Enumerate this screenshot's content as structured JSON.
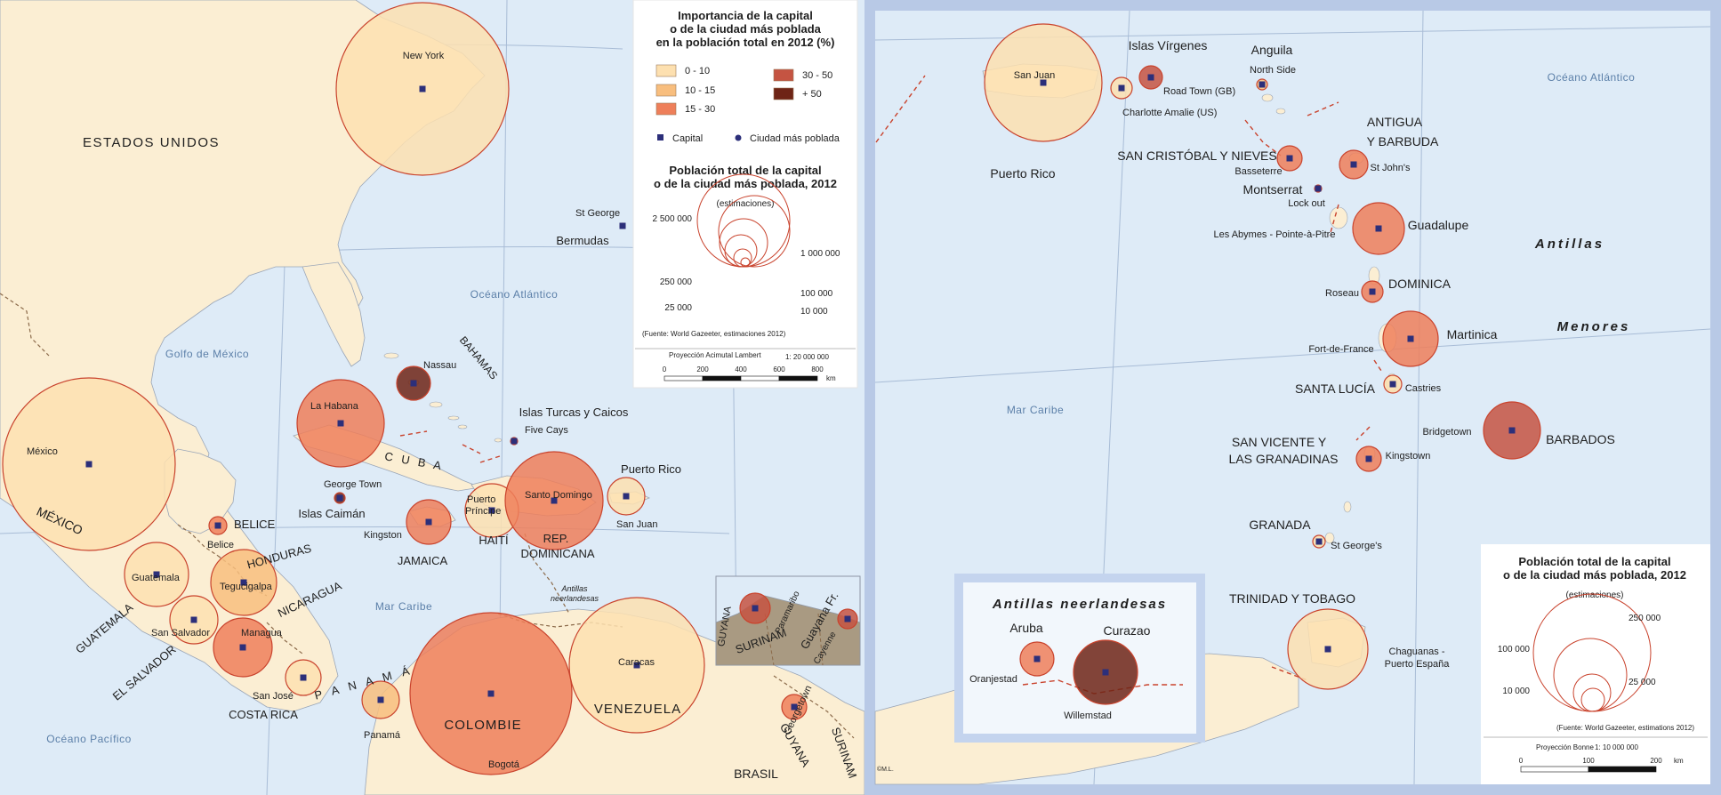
{
  "colors": {
    "sea": "#deebf7",
    "land": "#fbeed3",
    "land_dark": "#e0d2b6",
    "frame": "#b8c9e6",
    "class_0_10": "#fde0b0",
    "class_10_15": "#f8be7e",
    "class_15_30": "#ee7f5a",
    "class_30_50": "#c55442",
    "class_50_plus": "#6e2416",
    "bubble_stroke": "#c9432d",
    "capital_marker": "#2c2f7a",
    "graticule": "#a8bcd6",
    "border": "#8b6a4a"
  },
  "left_map": {
    "countries": [
      {
        "id": "usa",
        "text": "ESTADOS UNIDOS"
      },
      {
        "id": "mexico",
        "text": "MÉXICO"
      },
      {
        "id": "cuba",
        "text": "C U B A"
      },
      {
        "id": "bahamas",
        "text": "BAHAMAS"
      },
      {
        "id": "belice",
        "text": "BELICE"
      },
      {
        "id": "honduras",
        "text": "HONDURAS"
      },
      {
        "id": "guatemala",
        "text": "GUATEMALA"
      },
      {
        "id": "nicaragua",
        "text": "NICARAGUA"
      },
      {
        "id": "elsalvador",
        "text": "EL SALVADOR"
      },
      {
        "id": "costarica",
        "text": "COSTA RICA"
      },
      {
        "id": "panama",
        "text": "P A N A M Á"
      },
      {
        "id": "jamaica",
        "text": "JAMAICA"
      },
      {
        "id": "haiti",
        "text": "HAITÍ"
      },
      {
        "id": "rep",
        "text": "REP."
      },
      {
        "id": "dominicana",
        "text": "DOMINICANA"
      },
      {
        "id": "colombie",
        "text": "COLOMBIE"
      },
      {
        "id": "venezuela",
        "text": "VENEZUELA"
      },
      {
        "id": "guyana",
        "text": "GUYANA"
      },
      {
        "id": "surinam",
        "text": "SURINAM"
      },
      {
        "id": "brasil",
        "text": "BRASIL"
      },
      {
        "id": "islascaiman",
        "text": "Islas Caimán"
      },
      {
        "id": "bermudas",
        "text": "Bermudas"
      },
      {
        "id": "turcos",
        "text": "Islas Turcas y Caicos"
      },
      {
        "id": "puertorico",
        "text": "Puerto Rico"
      },
      {
        "id": "antillasneer1",
        "text": "Antillas"
      },
      {
        "id": "antillasneer2",
        "text": "neerlandesas"
      }
    ],
    "seas": [
      {
        "id": "golfo",
        "text": "Golfo de México"
      },
      {
        "id": "atlantico",
        "text": "Océano Atlántico"
      },
      {
        "id": "caribe",
        "text": "Mar Caribe"
      },
      {
        "id": "pacifico",
        "text": "Océano Pacífico"
      }
    ],
    "cities": [
      {
        "id": "newyork",
        "text": "New York"
      },
      {
        "id": "mexico",
        "text": "México"
      },
      {
        "id": "lahabana",
        "text": "La Habana"
      },
      {
        "id": "nassau",
        "text": "Nassau"
      },
      {
        "id": "georgetown_ky",
        "text": "George Town"
      },
      {
        "id": "kingston",
        "text": "Kingston"
      },
      {
        "id": "belice",
        "text": "Belice"
      },
      {
        "id": "guatemala",
        "text": "Guatemala"
      },
      {
        "id": "tegucigalpa",
        "text": "Tegucigalpa"
      },
      {
        "id": "sansalvador",
        "text": "San Salvador"
      },
      {
        "id": "managua",
        "text": "Managua"
      },
      {
        "id": "sanjose",
        "text": "San José"
      },
      {
        "id": "panama",
        "text": "Panamá"
      },
      {
        "id": "bogota",
        "text": "Bogotá"
      },
      {
        "id": "caracas",
        "text": "Caracas"
      },
      {
        "id": "puertoprincipe1",
        "text": "Puerto"
      },
      {
        "id": "puertoprincipe2",
        "text": "Príncipe"
      },
      {
        "id": "santodomingo",
        "text": "Santo Domingo"
      },
      {
        "id": "sanjuan",
        "text": "San Juan"
      },
      {
        "id": "fivecays",
        "text": "Five Cays"
      },
      {
        "id": "stgeorge",
        "text": "St George"
      },
      {
        "id": "georgetown_gy",
        "text": "Georgetown"
      }
    ],
    "inset_labels": [
      {
        "id": "guyana_i",
        "text": "GUYANA"
      },
      {
        "id": "surinam_i",
        "text": "SURINAM"
      },
      {
        "id": "guayana_i",
        "text": "Guayana Fr."
      },
      {
        "id": "paramaribo",
        "text": "Paramaribo"
      },
      {
        "id": "cayenne",
        "text": "Cayenne"
      }
    ]
  },
  "legend_main": {
    "title": [
      "Importancia de la capital",
      "o de la ciudad más poblada",
      "en la población total en 2012 (%)"
    ],
    "classes": [
      {
        "label": "0 - 10",
        "key": "class_0_10"
      },
      {
        "label": "10 - 15",
        "key": "class_10_15"
      },
      {
        "label": "15 - 30",
        "key": "class_15_30"
      },
      {
        "label": "30 - 50",
        "key": "class_30_50"
      },
      {
        "label": "+ 50",
        "key": "class_50_plus"
      }
    ],
    "capital": "Capital",
    "most_populated": "Ciudad más poblada",
    "size_title": [
      "Población total de la capital",
      "o de la ciudad más poblada, 2012"
    ],
    "size_sub": "(estimaciones)",
    "size_values": [
      "2 500 000",
      "1 000 000",
      "250 000",
      "100 000",
      "25 000",
      "10 000"
    ],
    "source": "(Fuente: World Gazeeter, estimaciones 2012)",
    "projection": "Proyección Acimutal Lambert",
    "scale": "1: 20 000 000",
    "scale_ticks": [
      "0",
      "200",
      "400",
      "600",
      "800"
    ],
    "scale_unit": "km"
  },
  "right_map": {
    "labels": [
      {
        "id": "islasvirgenes",
        "text": "Islas Vírgenes"
      },
      {
        "id": "anguila",
        "text": "Anguila"
      },
      {
        "id": "northside",
        "text": "North Side"
      },
      {
        "id": "sanjuan",
        "text": "San Juan"
      },
      {
        "id": "roadtown",
        "text": "Road Town (GB)"
      },
      {
        "id": "charlotte",
        "text": "Charlotte Amalie (US)"
      },
      {
        "id": "puertorico",
        "text": "Puerto Rico"
      },
      {
        "id": "antigua1",
        "text": "ANTIGUA"
      },
      {
        "id": "antigua2",
        "text": "Y BARBUDA"
      },
      {
        "id": "sancristobal",
        "text": "SAN CRISTÓBAL Y NIEVES"
      },
      {
        "id": "basseterre",
        "text": "Basseterre"
      },
      {
        "id": "stjohns",
        "text": "St John's"
      },
      {
        "id": "montserrat",
        "text": "Montserrat"
      },
      {
        "id": "lockout",
        "text": "Lock out"
      },
      {
        "id": "guadalupe",
        "text": "Guadalupe"
      },
      {
        "id": "abymes",
        "text": "Les Abymes - Pointe-à-Pitre"
      },
      {
        "id": "dominica",
        "text": "DOMINICA"
      },
      {
        "id": "roseau",
        "text": "Roseau"
      },
      {
        "id": "martinica",
        "text": "Martinica"
      },
      {
        "id": "fortdefrance",
        "text": "Fort-de-France"
      },
      {
        "id": "santalucia",
        "text": "SANTA LUCÍA"
      },
      {
        "id": "castries",
        "text": "Castries"
      },
      {
        "id": "bridgetown",
        "text": "Bridgetown"
      },
      {
        "id": "barbados",
        "text": "BARBADOS"
      },
      {
        "id": "sanvicente1",
        "text": "SAN VICENTE Y"
      },
      {
        "id": "sanvicente2",
        "text": "LAS GRANADINAS"
      },
      {
        "id": "kingstown",
        "text": "Kingstown"
      },
      {
        "id": "granada",
        "text": "GRANADA"
      },
      {
        "id": "stgeorges",
        "text": "St George's"
      },
      {
        "id": "trinidad",
        "text": "TRINIDAD Y TOBAGO"
      },
      {
        "id": "chaguanas1",
        "text": "Chaguanas -"
      },
      {
        "id": "chaguanas2",
        "text": "Puerto España"
      }
    ],
    "seas": [
      {
        "id": "atlantico",
        "text": "Océano Atlántico"
      },
      {
        "id": "caribe",
        "text": "Mar Caribe"
      },
      {
        "id": "antillas",
        "text": "Antillas"
      },
      {
        "id": "menores",
        "text": "Menores"
      }
    ],
    "inset": {
      "title": "Antillas neerlandesas",
      "aruba": "Aruba",
      "curazao": "Curazao",
      "oranjestad": "Oranjestad",
      "willemstad": "Willemstad"
    },
    "legend": {
      "title": [
        "Población total de la capital",
        "o de la ciudad más poblada, 2012"
      ],
      "sub": "(estimaciones)",
      "values": [
        "250 000",
        "100 000",
        "25 000",
        "10 000"
      ],
      "source": "(Fuente: World Gazeeter, estimations 2012)",
      "projection": "Proyección Bonne",
      "scale": "1: 10 000 000",
      "scale_ticks": [
        "0",
        "100",
        "200"
      ],
      "scale_unit": "km"
    },
    "copyright": "©M.L."
  }
}
